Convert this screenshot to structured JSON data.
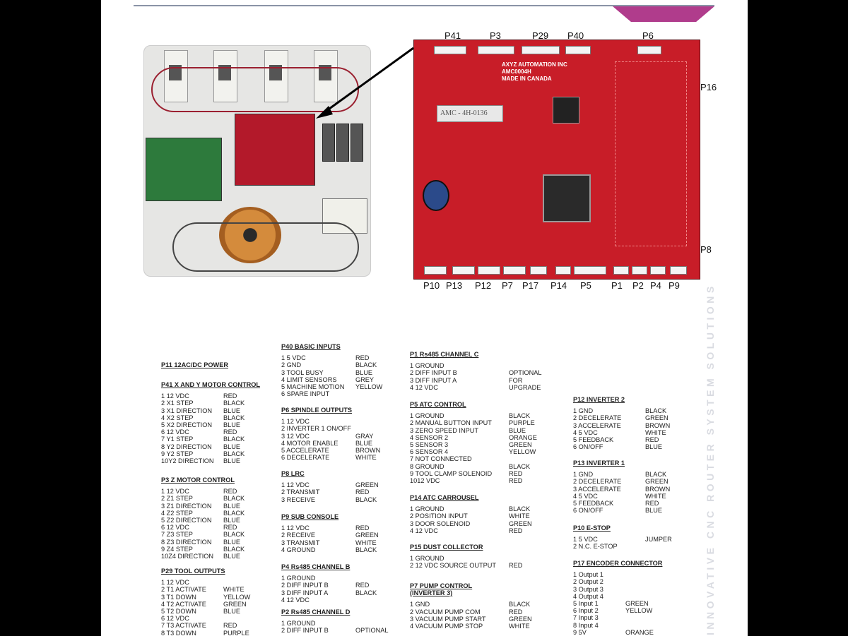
{
  "connectors_top": [
    "P41",
    "P3",
    "P29",
    "P40",
    "P6"
  ],
  "connector_right_upper": "P16",
  "connector_right_lower": "P8",
  "connectors_bottom": [
    "P10",
    "P13",
    "P12",
    "P7",
    "P17",
    "P14",
    "P5",
    "P1",
    "P2",
    "P4",
    "P9"
  ],
  "board_brand": [
    "AXYZ AUTOMATION INC",
    "AMC0004H",
    "MADE IN CANADA"
  ],
  "board_sticker": "AMC - 4H-0136",
  "sidebar_text": "INNOVATIVE CNC ROUTER SYSTEM SOLUTIONS",
  "sections": {
    "p11": {
      "title": "P11 12AC/DC POWER",
      "rows": []
    },
    "p41": {
      "title": "P41 X AND Y MOTOR CONTROL",
      "rows": [
        {
          "l": "1  12 VDC",
          "v": "RED"
        },
        {
          "l": "2  X1 STEP",
          "v": "BLACK"
        },
        {
          "l": "3  X1 DIRECTION",
          "v": "BLUE"
        },
        {
          "l": "4  X2 STEP",
          "v": "BLACK"
        },
        {
          "l": "5  X2 DIRECTION",
          "v": "BLUE"
        },
        {
          "l": "6  12 VDC",
          "v": "RED"
        },
        {
          "l": "7  Y1 STEP",
          "v": "BLACK"
        },
        {
          "l": "8  Y2 DIRECTION",
          "v": "BLUE"
        },
        {
          "l": "9  Y2 STEP",
          "v": "BLACK"
        },
        {
          "l": "10Y2 DIRECTION",
          "v": "BLUE"
        }
      ]
    },
    "p3": {
      "title": "P3 Z MOTOR CONTROL",
      "rows": [
        {
          "l": "1  12 VDC",
          "v": "RED"
        },
        {
          "l": "2  Z1 STEP",
          "v": "BLACK"
        },
        {
          "l": "3  Z1 DIRECTION",
          "v": "BLUE"
        },
        {
          "l": "4  Z2 STEP",
          "v": "BLACK"
        },
        {
          "l": "5  Z2 DIRECTION",
          "v": "BLUE"
        },
        {
          "l": "6  12 VDC",
          "v": "RED"
        },
        {
          "l": "7  Z3 STEP",
          "v": "BLACK"
        },
        {
          "l": "8  Z3 DIRECTION",
          "v": "BLUE"
        },
        {
          "l": "9  Z4 STEP",
          "v": "BLACK"
        },
        {
          "l": "10Z4 DIRECTION",
          "v": "BLUE"
        }
      ]
    },
    "p29": {
      "title": "P29 TOOL OUTPUTS",
      "rows": [
        {
          "l": "1  12 VDC",
          "v": ""
        },
        {
          "l": "2  T1 ACTIVATE",
          "v": "WHITE"
        },
        {
          "l": "3  T1 DOWN",
          "v": "YELLOW"
        },
        {
          "l": "4  T2 ACTIVATE",
          "v": "GREEN"
        },
        {
          "l": "5  T2 DOWN",
          "v": "BLUE"
        },
        {
          "l": "6  12 VDC",
          "v": ""
        },
        {
          "l": "7  T3 ACTIVATE",
          "v": "RED"
        },
        {
          "l": "8  T3 DOWN",
          "v": "PURPLE"
        }
      ]
    },
    "p40": {
      "title": "P40 BASIC INPUTS",
      "rows": [
        {
          "l": "1  5 VDC",
          "v": "RED"
        },
        {
          "l": "2  GND",
          "v": "BLACK"
        },
        {
          "l": "3  TOOL BUSY",
          "v": "BLUE"
        },
        {
          "l": "4  LIMIT SENSORS",
          "v": "GREY"
        },
        {
          "l": "5  MACHINE MOTION",
          "v": "YELLOW"
        },
        {
          "l": "6  SPARE INPUT",
          "v": ""
        }
      ]
    },
    "p6": {
      "title": "P6 SPINDLE OUTPUTS",
      "rows": [
        {
          "l": "1  12 VDC",
          "v": ""
        },
        {
          "l": "2  INVERTER 1 ON/OFF",
          "v": ""
        },
        {
          "l": "3  12 VDC",
          "v": "GRAY"
        },
        {
          "l": "4  MOTOR ENABLE",
          "v": "BLUE"
        },
        {
          "l": "5  ACCELERATE",
          "v": "BROWN"
        },
        {
          "l": "6  DECELERATE",
          "v": "WHITE"
        }
      ]
    },
    "p8": {
      "title": "P8 LRC",
      "rows": [
        {
          "l": "1  12 VDC",
          "v": "GREEN"
        },
        {
          "l": "2  TRANSMIT",
          "v": "RED"
        },
        {
          "l": "3  RECEIVE",
          "v": "BLACK"
        }
      ]
    },
    "p9": {
      "title": "P9 SUB CONSOLE",
      "rows": [
        {
          "l": "1  12 VDC",
          "v": "RED"
        },
        {
          "l": "2  RECEIVE",
          "v": "GREEN"
        },
        {
          "l": "3  TRANSMIT",
          "v": "WHITE"
        },
        {
          "l": "4  GROUND",
          "v": "BLACK"
        }
      ]
    },
    "p4": {
      "title": "P4 Rs485 CHANNEL B",
      "rows": [
        {
          "l": "1  GROUND",
          "v": ""
        },
        {
          "l": "2  DIFF INPUT B",
          "v": "RED"
        },
        {
          "l": "3  DIFF INPUT A",
          "v": "BLACK"
        },
        {
          "l": "4  12 VDC",
          "v": ""
        }
      ]
    },
    "p2": {
      "title": "P2 Rs485 CHANNEL D",
      "rows": [
        {
          "l": "1  GROUND",
          "v": ""
        },
        {
          "l": "2  DIFF INPUT B",
          "v": "OPTIONAL"
        }
      ]
    },
    "p1": {
      "title": "P1 Rs485 CHANNEL C",
      "rows": [
        {
          "l": "1  GROUND",
          "v": ""
        },
        {
          "l": "2  DIFF INPUT B",
          "v": "OPTIONAL"
        },
        {
          "l": "3  DIFF INPUT A",
          "v": "FOR"
        },
        {
          "l": "4  12 VDC",
          "v": "UPGRADE"
        }
      ]
    },
    "p5": {
      "title": "P5 ATC CONTROL",
      "rows": [
        {
          "l": "1  GROUND",
          "v": "BLACK"
        },
        {
          "l": "2  MANUAL BUTTON INPUT",
          "v": "PURPLE"
        },
        {
          "l": "3  ZERO SPEED INPUT",
          "v": "BLUE"
        },
        {
          "l": "4  SENSOR 2",
          "v": "ORANGE"
        },
        {
          "l": "5  SENSOR 3",
          "v": "GREEN"
        },
        {
          "l": "6  SENSOR 4",
          "v": "YELLOW"
        },
        {
          "l": "7  NOT CONNECTED",
          "v": ""
        },
        {
          "l": "8  GROUND",
          "v": "BLACK"
        },
        {
          "l": "9  TOOL CLAMP SOLENOID",
          "v": "RED"
        },
        {
          "l": "1012 VDC",
          "v": "RED"
        }
      ]
    },
    "p14": {
      "title": "P14 ATC CARROUSEL",
      "rows": [
        {
          "l": "1  GROUND",
          "v": "BLACK"
        },
        {
          "l": "2  POSITION INPUT",
          "v": "WHITE"
        },
        {
          "l": "3  DOOR SOLENOID",
          "v": "GREEN"
        },
        {
          "l": "4  12 VDC",
          "v": "RED"
        }
      ]
    },
    "p15": {
      "title": "P15 DUST COLLECTOR",
      "rows": [
        {
          "l": "1  GROUND",
          "v": ""
        },
        {
          "l": "2  12 VDC SOURCE OUTPUT",
          "v": "RED"
        }
      ]
    },
    "p7": {
      "title": "P7 PUMP CONTROL",
      "title2": "(INVERTER 3)",
      "rows": [
        {
          "l": "1  GND",
          "v": "BLACK"
        },
        {
          "l": "2  VACUUM PUMP COM",
          "v": "RED"
        },
        {
          "l": "3  VACUUM PUMP START",
          "v": "GREEN"
        },
        {
          "l": "4  VACUUM PUMP STOP",
          "v": "WHITE"
        }
      ]
    },
    "p12": {
      "title": "P12 INVERTER 2",
      "rows": [
        {
          "l": "1  GND",
          "v": "BLACK"
        },
        {
          "l": "2  DECELERATE",
          "v": "GREEN"
        },
        {
          "l": "3  ACCELERATE",
          "v": "BROWN"
        },
        {
          "l": "4  5 VDC",
          "v": "WHITE"
        },
        {
          "l": "5  FEEDBACK",
          "v": "RED"
        },
        {
          "l": "6  ON/OFF",
          "v": "BLUE"
        }
      ]
    },
    "p13": {
      "title": "P13 INVERTER 1",
      "rows": [
        {
          "l": "1  GND",
          "v": "BLACK"
        },
        {
          "l": "2  DECELERATE",
          "v": "GREEN"
        },
        {
          "l": "3  ACCELERATE",
          "v": "BROWN"
        },
        {
          "l": "4  5 VDC",
          "v": "WHITE"
        },
        {
          "l": "5  FEEDBACK",
          "v": "RED"
        },
        {
          "l": "6  ON/OFF",
          "v": "BLUE"
        }
      ]
    },
    "p10": {
      "title": "P10 E-STOP",
      "rows": [
        {
          "l": "1  5 VDC",
          "v": "JUMPER"
        },
        {
          "l": "2  N.C. E-STOP",
          "v": ""
        }
      ]
    },
    "p17": {
      "title": "P17 ENCODER CONNECTOR",
      "rows": [
        {
          "l": "1  Output 1",
          "v": ""
        },
        {
          "l": "2  Output 2",
          "v": ""
        },
        {
          "l": "3  Output 3",
          "v": ""
        },
        {
          "l": "4  Output 4",
          "v": ""
        },
        {
          "l": "5  Input   1",
          "v": "GREEN"
        },
        {
          "l": "6  Input   2",
          "v": "YELLOW"
        },
        {
          "l": "7  Input   3",
          "v": ""
        },
        {
          "l": "8  Input   4",
          "v": ""
        },
        {
          "l": "9  5V",
          "v": "ORANGE"
        }
      ]
    }
  }
}
